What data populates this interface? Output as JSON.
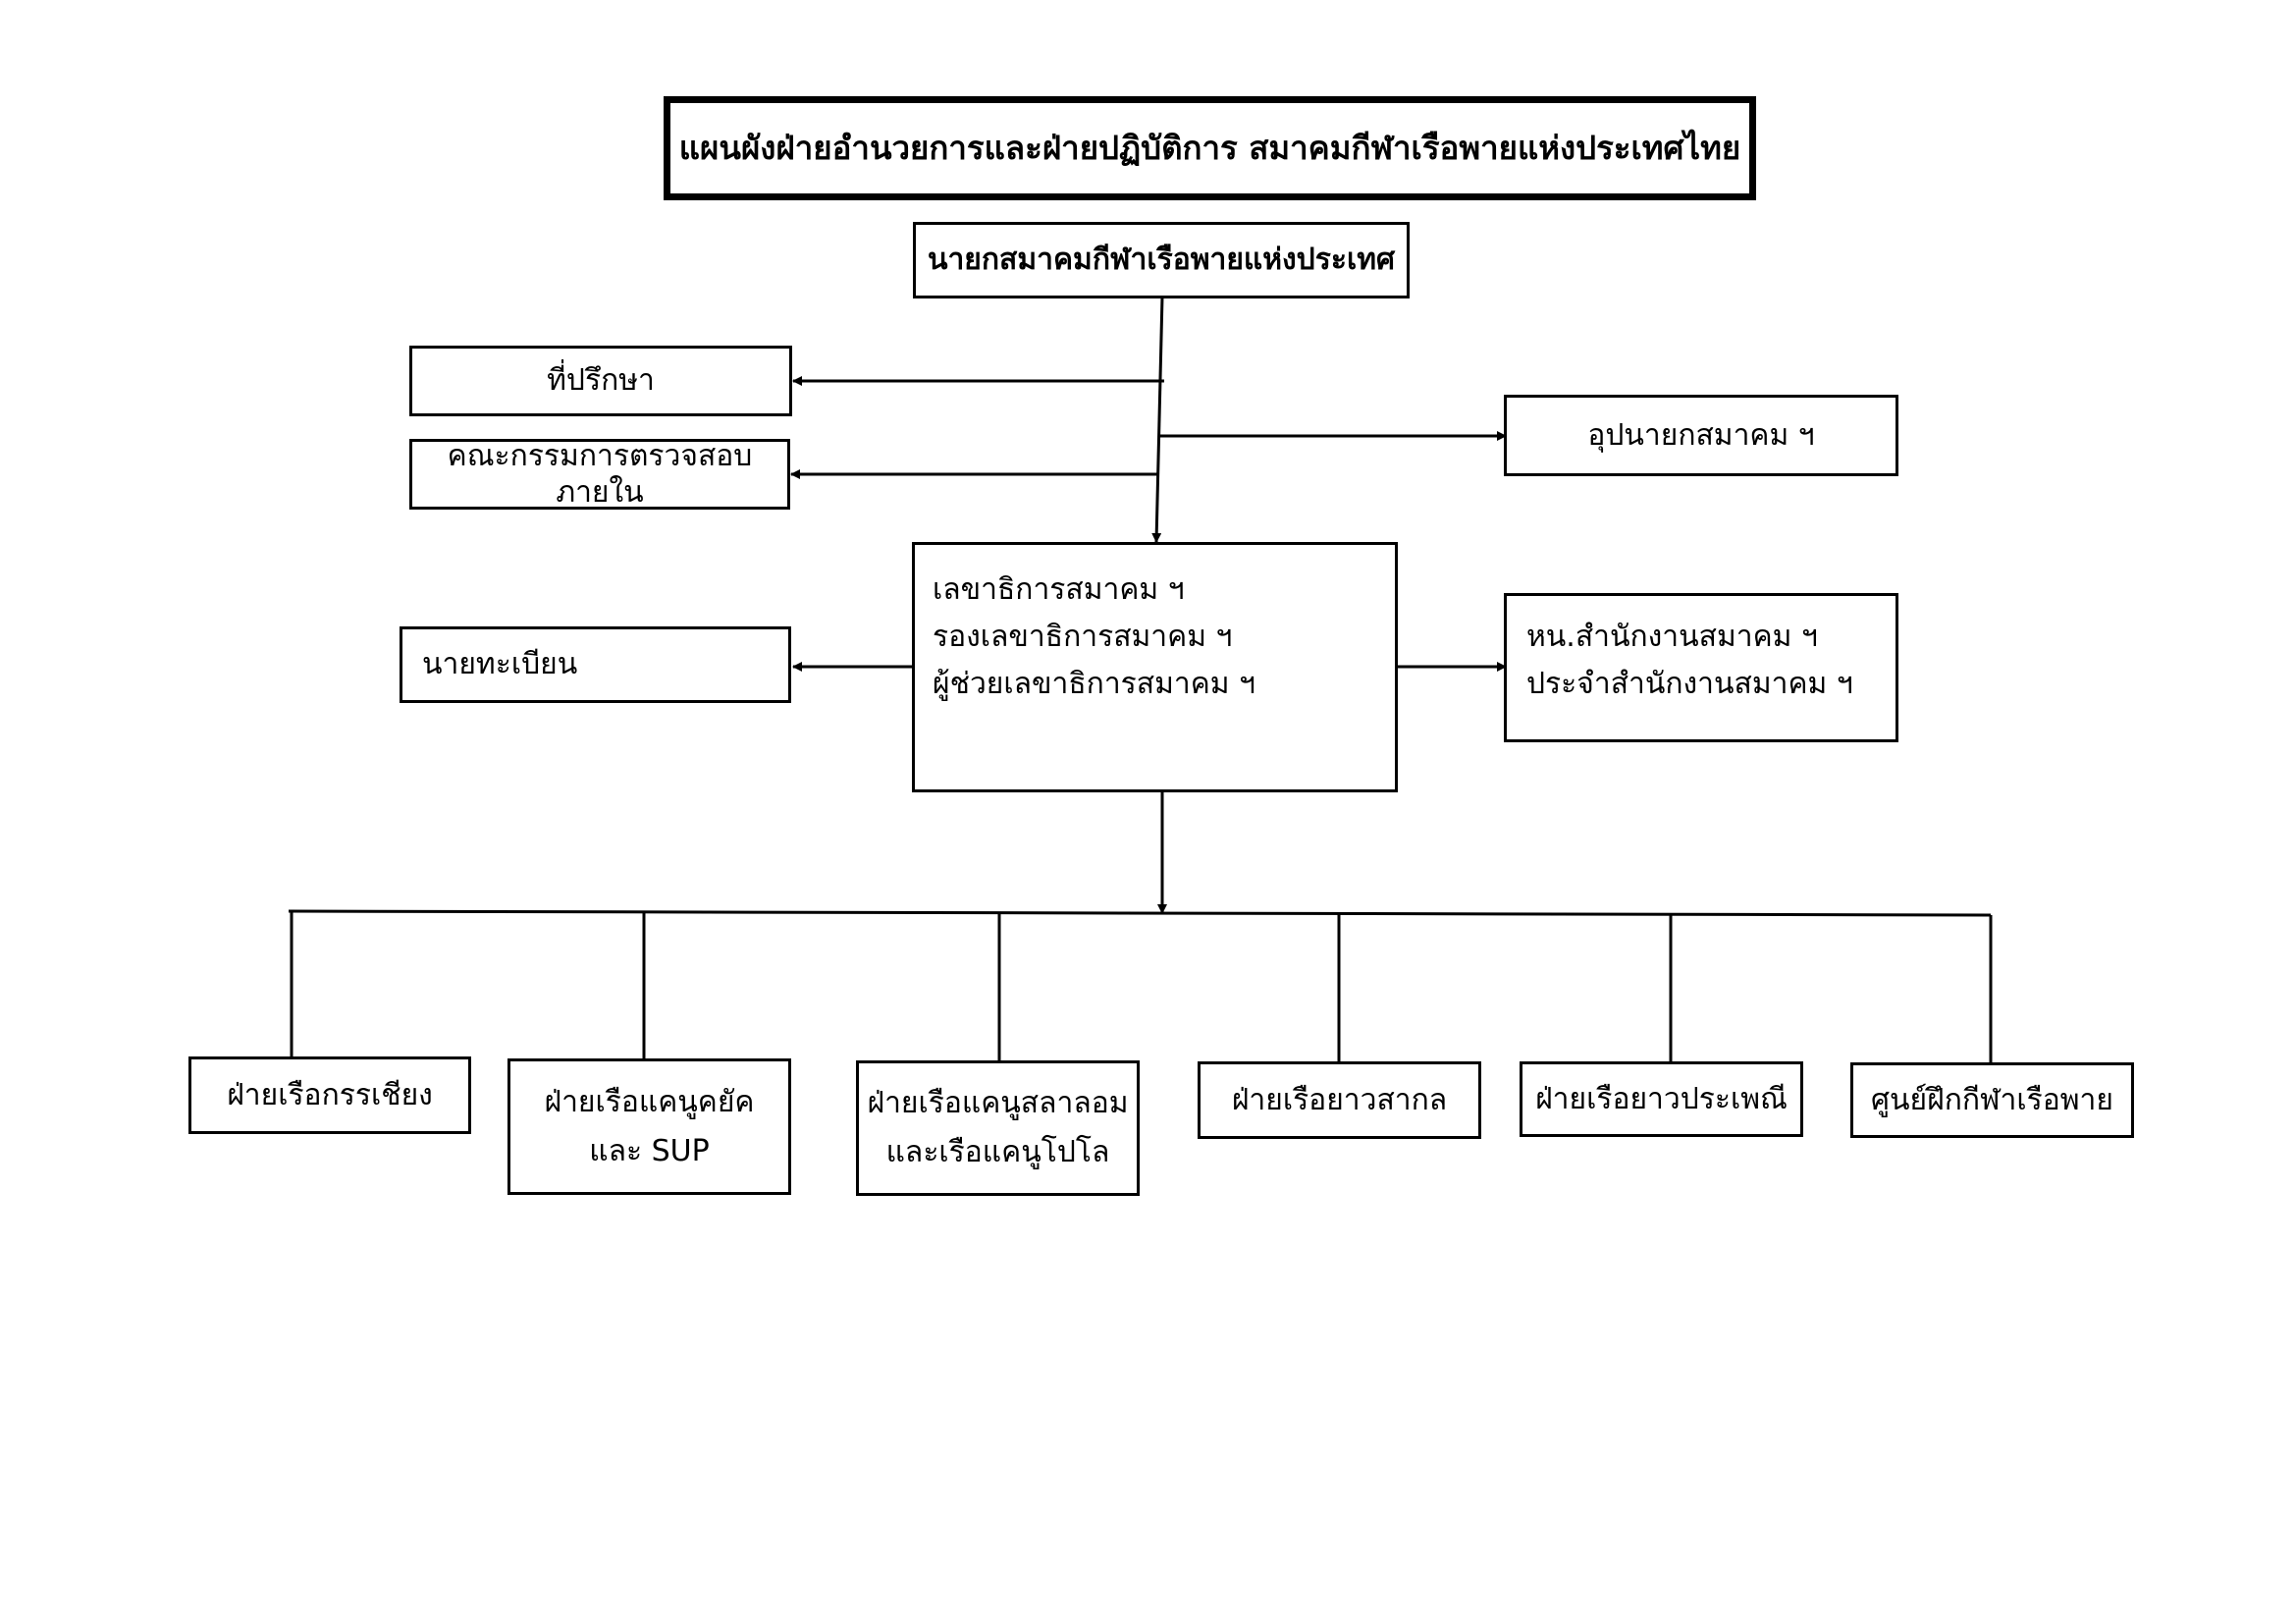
{
  "title": "แผนผังฝ่ายอำนวยการและฝ่ายปฏิบัติการ สมาคมกีฬาเรือพายแห่งประเทศไทย",
  "president": "นายกสมาคมกีฬาเรือพายแห่งประเทศ",
  "advisor": "ที่ปรึกษา",
  "audit_committee": "คณะกรรมการตรวจสอบภายใน",
  "vice_president": "อุปนายกสมาคม ฯ",
  "secretariat": {
    "line1": "เลขาธิการสมาคม ฯ",
    "line2": "รองเลขาธิการสมาคม ฯ",
    "line3": "ผู้ช่วยเลขาธิการสมาคม ฯ"
  },
  "registrar": "นายทะเบียน",
  "office": {
    "line1": "หน.สำนักงานสมาคม ฯ",
    "line2": "ประจำสำนักงานสมาคม ฯ"
  },
  "departments": [
    {
      "line1": "ฝ่ายเรือกรรเชียง",
      "line2": ""
    },
    {
      "line1": "ฝ่ายเรือแคนูคยัค",
      "line2": "และ SUP"
    },
    {
      "line1": "ฝ่ายเรือแคนูสลาลอม",
      "line2": "และเรือแคนูโปโล"
    },
    {
      "line1": "ฝ่ายเรือยาวสากล",
      "line2": ""
    },
    {
      "line1": "ฝ่ายเรือยาวประเพณี",
      "line2": ""
    },
    {
      "line1": "ศูนย์ฝึกกีฬาเรือพาย",
      "line2": ""
    }
  ]
}
